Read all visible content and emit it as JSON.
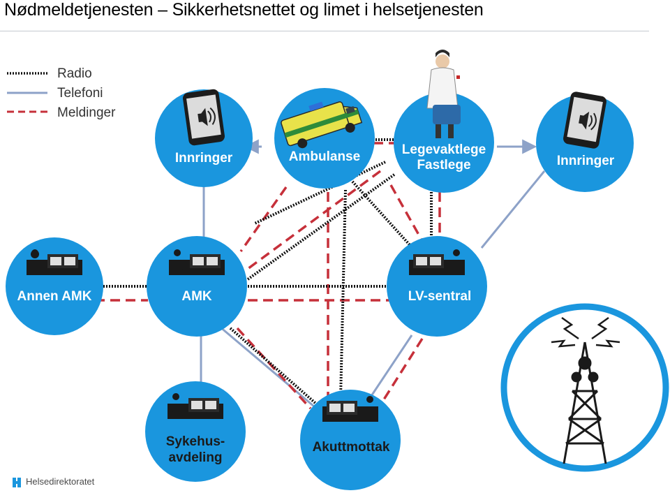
{
  "title": "Nødmeldetjenesten – Sikkerhetsnettet og limet i helsetjenesten",
  "legend": [
    {
      "label": "Radio",
      "style": "dotted"
    },
    {
      "label": "Telefoni",
      "style": "solid"
    },
    {
      "label": "Meldinger",
      "style": "dashed"
    }
  ],
  "nodes": {
    "innringer_left": "Innringer",
    "ambulanse": "Ambulanse",
    "legevakt_line1": "Legevaktlege",
    "legevakt_line2": "Fastlege",
    "innringer_right": "Innringer",
    "annen_amk": "Annen AMK",
    "amk": "AMK",
    "lv_sentral": "LV-sentral",
    "sykehus_line1": "Sykehus-",
    "sykehus_line2": "avdeling",
    "akuttmottak": "Akuttmottak"
  },
  "logo_text": "Helsedirektoratet",
  "colors": {
    "node_blue": "#1a96de",
    "radio": "#111111",
    "telefoni": "#8da2c8",
    "meldinger": "#c6303a"
  }
}
